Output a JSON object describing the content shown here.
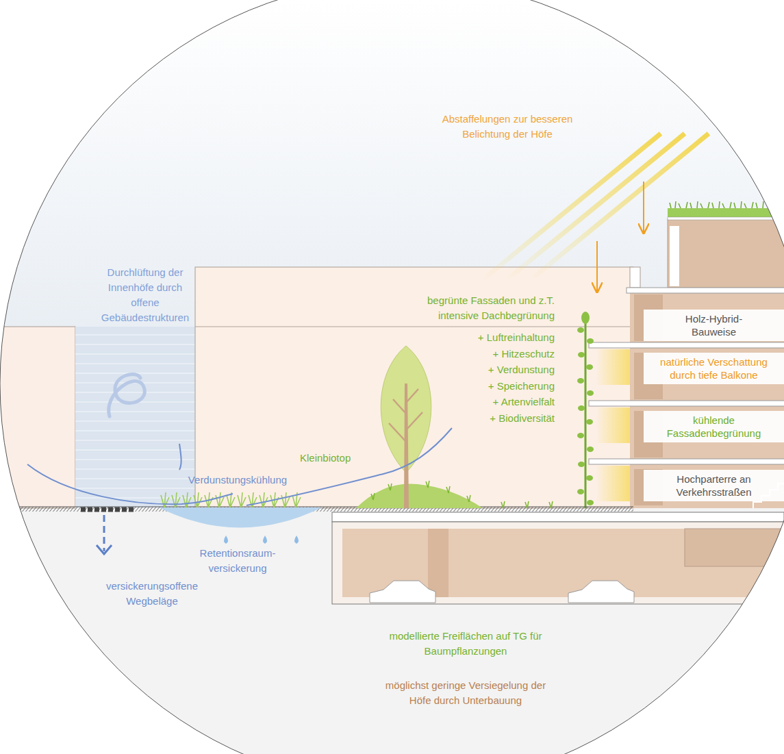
{
  "diagram": {
    "nodes": [
      {
        "text": [
          "Holz-Hybrid-Bauweise"
        ]
      },
      {
        "text": [
          "natürliche Verschattung durch tiefe Balkone"
        ]
      },
      {
        "text": [
          "kühlende Fassadenbegrünung"
        ]
      },
      {
        "text": [
          "Hochparterre an Verkehrsstraßen"
        ]
      }
    ],
    "labels": [
      "Abstaffelungen zur besseren Belichtung der Höfe",
      "Durchlüftung der Innenhöfe durch offene Gebäudestrukturen",
      "begrünte Fassaden und z.T. intensive Dachbegrünung",
      "+ Luftreinhaltung",
      "+ Hitzeschutz",
      "+ Verdunstung",
      "+ Speicherung",
      "+ Artenvielfalt",
      "+ Biodiversität",
      "Kleinbiotop",
      "Verdunstungskühlung",
      "Retentionsraum-versickerung",
      "versickerungsoffene Wegbeläge",
      "modellierte Freiflächen auf TG für Baumpflanzungen",
      "möglichst geringe Versiegelung der Höfe durch Unterbauung"
    ]
  }
}
